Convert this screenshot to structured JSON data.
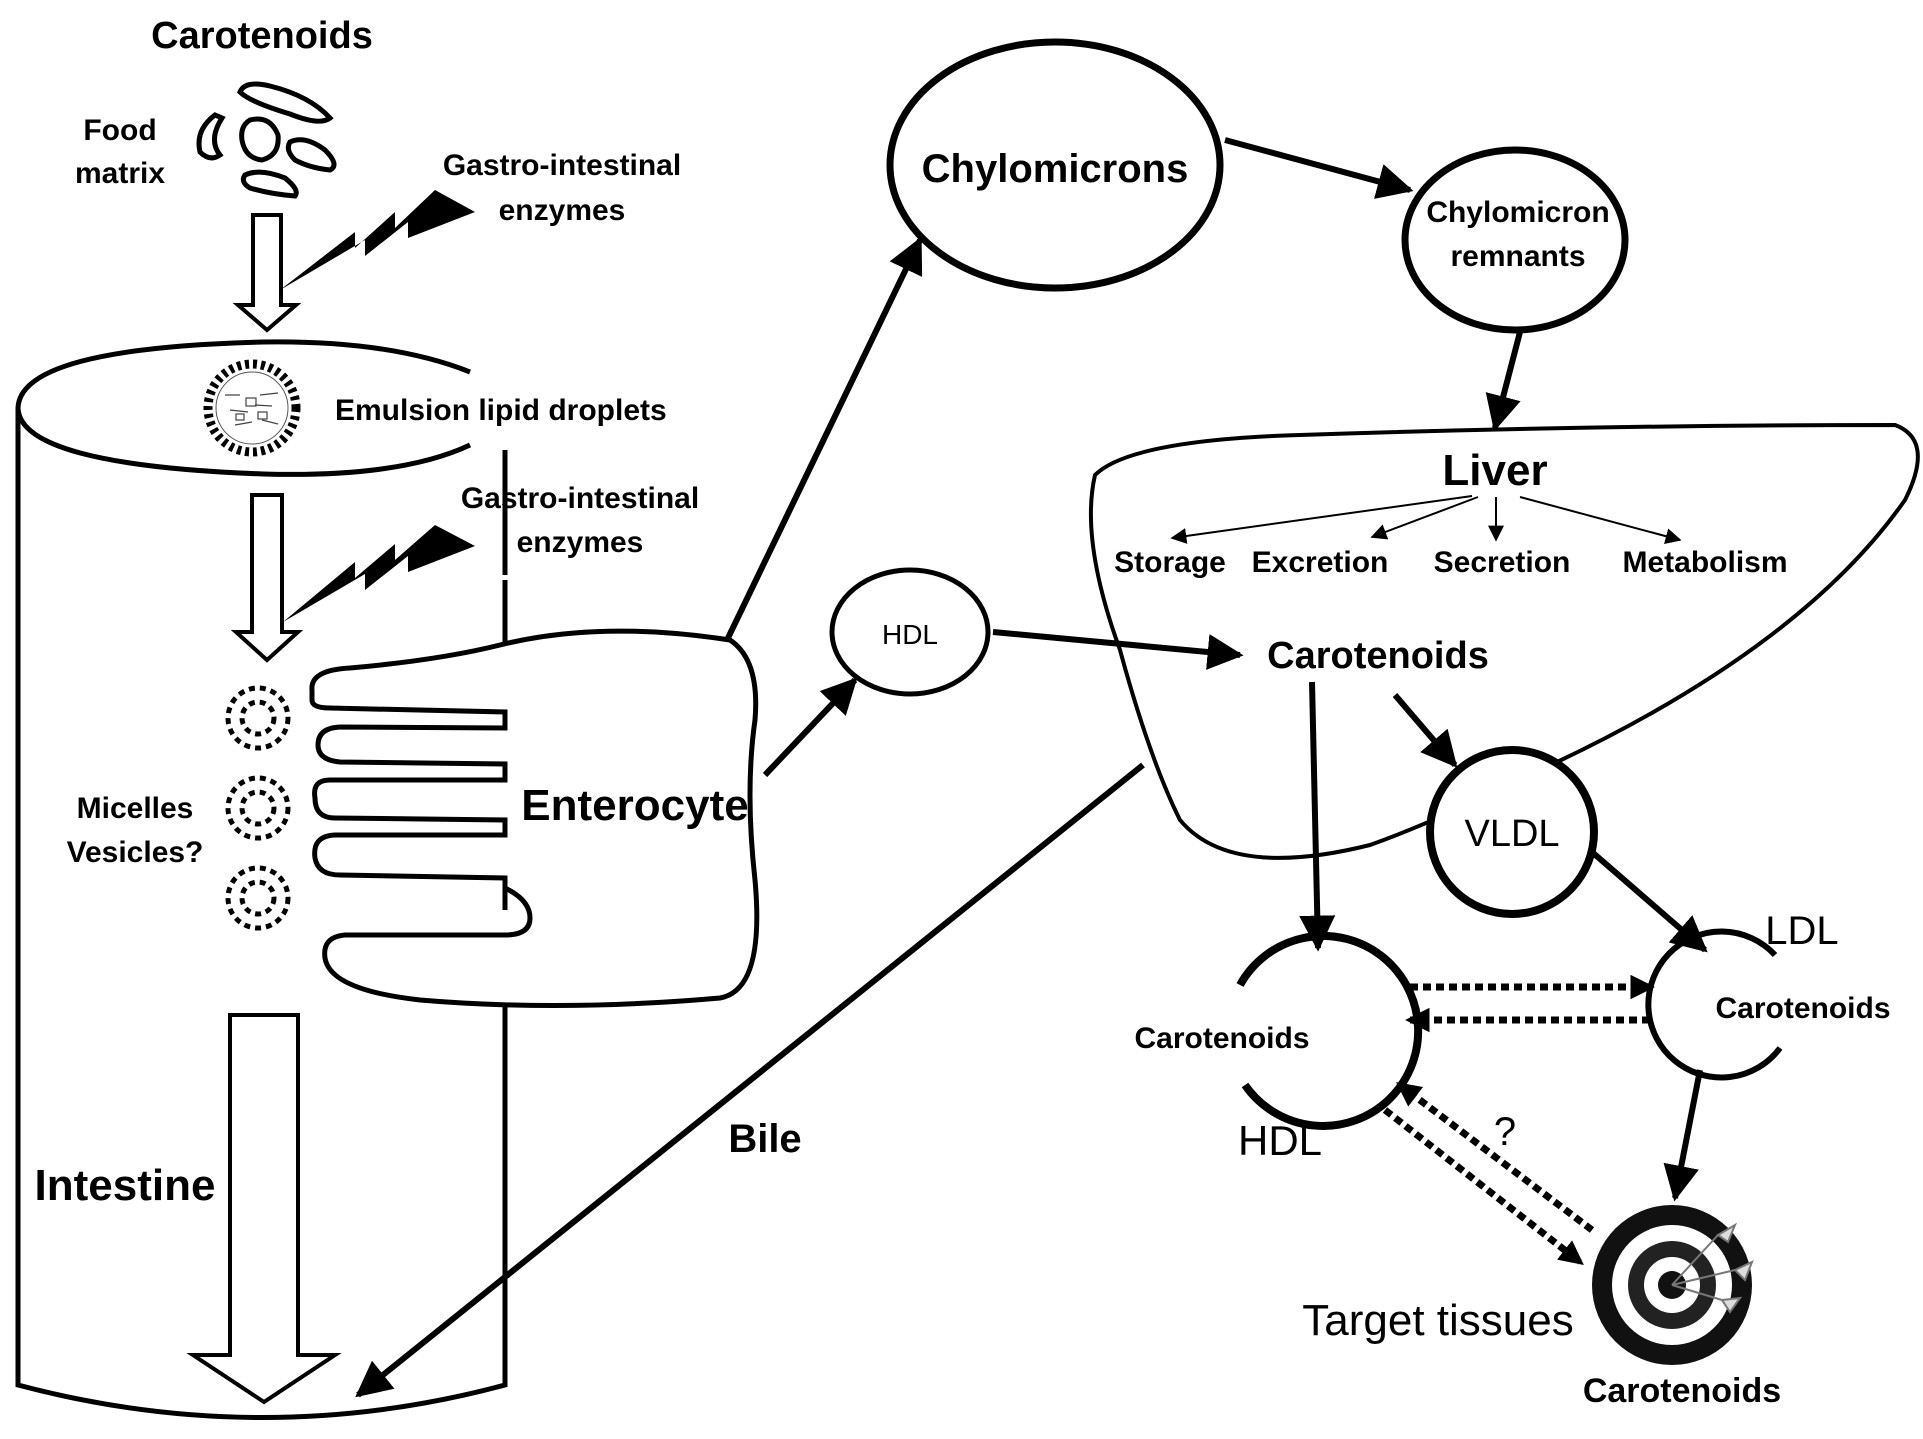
{
  "labels": {
    "carotenoids_top": "Carotenoids",
    "food": "Food",
    "matrix": "matrix",
    "gi_enzymes_1a": "Gastro-intestinal",
    "gi_enzymes_1b": "enzymes",
    "emulsion": "Emulsion lipid droplets",
    "gi_enzymes_2a": "Gastro-intestinal",
    "gi_enzymes_2b": "enzymes",
    "micelles": "Micelles",
    "vesicles": "Vesicles?",
    "enterocyte": "Enterocyte",
    "intestine": "Intestine",
    "bile": "Bile",
    "chylomicrons": "Chylomicrons",
    "chylo_remnants_a": "Chylomicron",
    "chylo_remnants_b": "remnants",
    "hdl_small": "HDL",
    "liver": "Liver",
    "storage": "Storage",
    "excretion": "Excretion",
    "secretion": "Secretion",
    "metabolism": "Metabolism",
    "carotenoids_liver": "Carotenoids",
    "vldl": "VLDL",
    "ldl": "LDL",
    "carotenoids_ldl": "Carotenoids",
    "carotenoids_hdl": "Carotenoids",
    "hdl_big": "HDL",
    "question": "?",
    "target_tissues": "Target tissues",
    "carotenoids_target": "Carotenoids"
  }
}
